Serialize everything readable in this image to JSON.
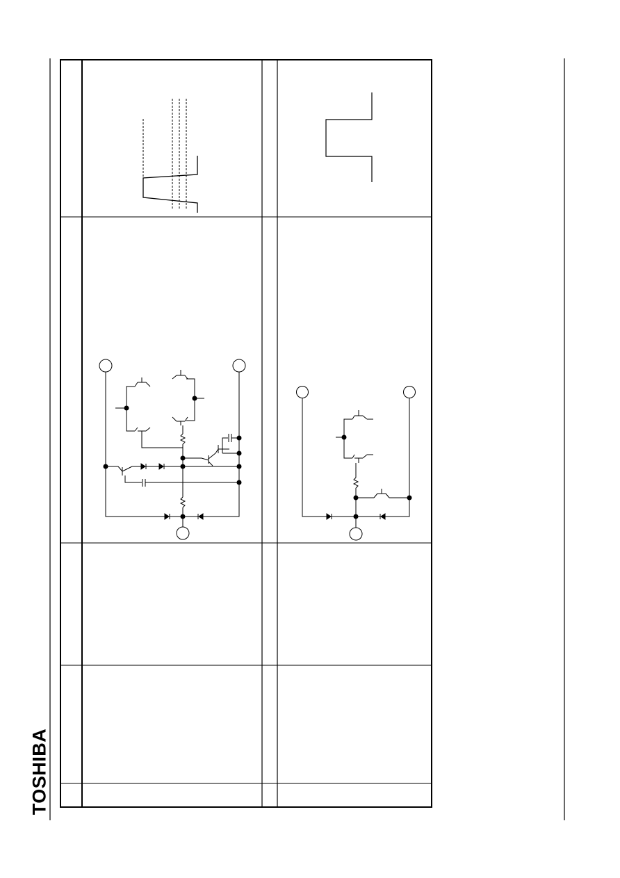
{
  "header": {
    "brand_logo": "TOSHIBA"
  },
  "document": {
    "orientation": "rotated-90",
    "rows": [
      {
        "name": "waveform",
        "left_figure": "ramp-waveform",
        "right_figure": "pulse-waveform"
      },
      {
        "name": "equivalent-circuit",
        "left_figure": "differential-pair-circuit",
        "right_figure": "output-buffer-circuit"
      },
      {
        "name": "blank-1"
      },
      {
        "name": "blank-2"
      },
      {
        "name": "blank-3"
      }
    ]
  }
}
